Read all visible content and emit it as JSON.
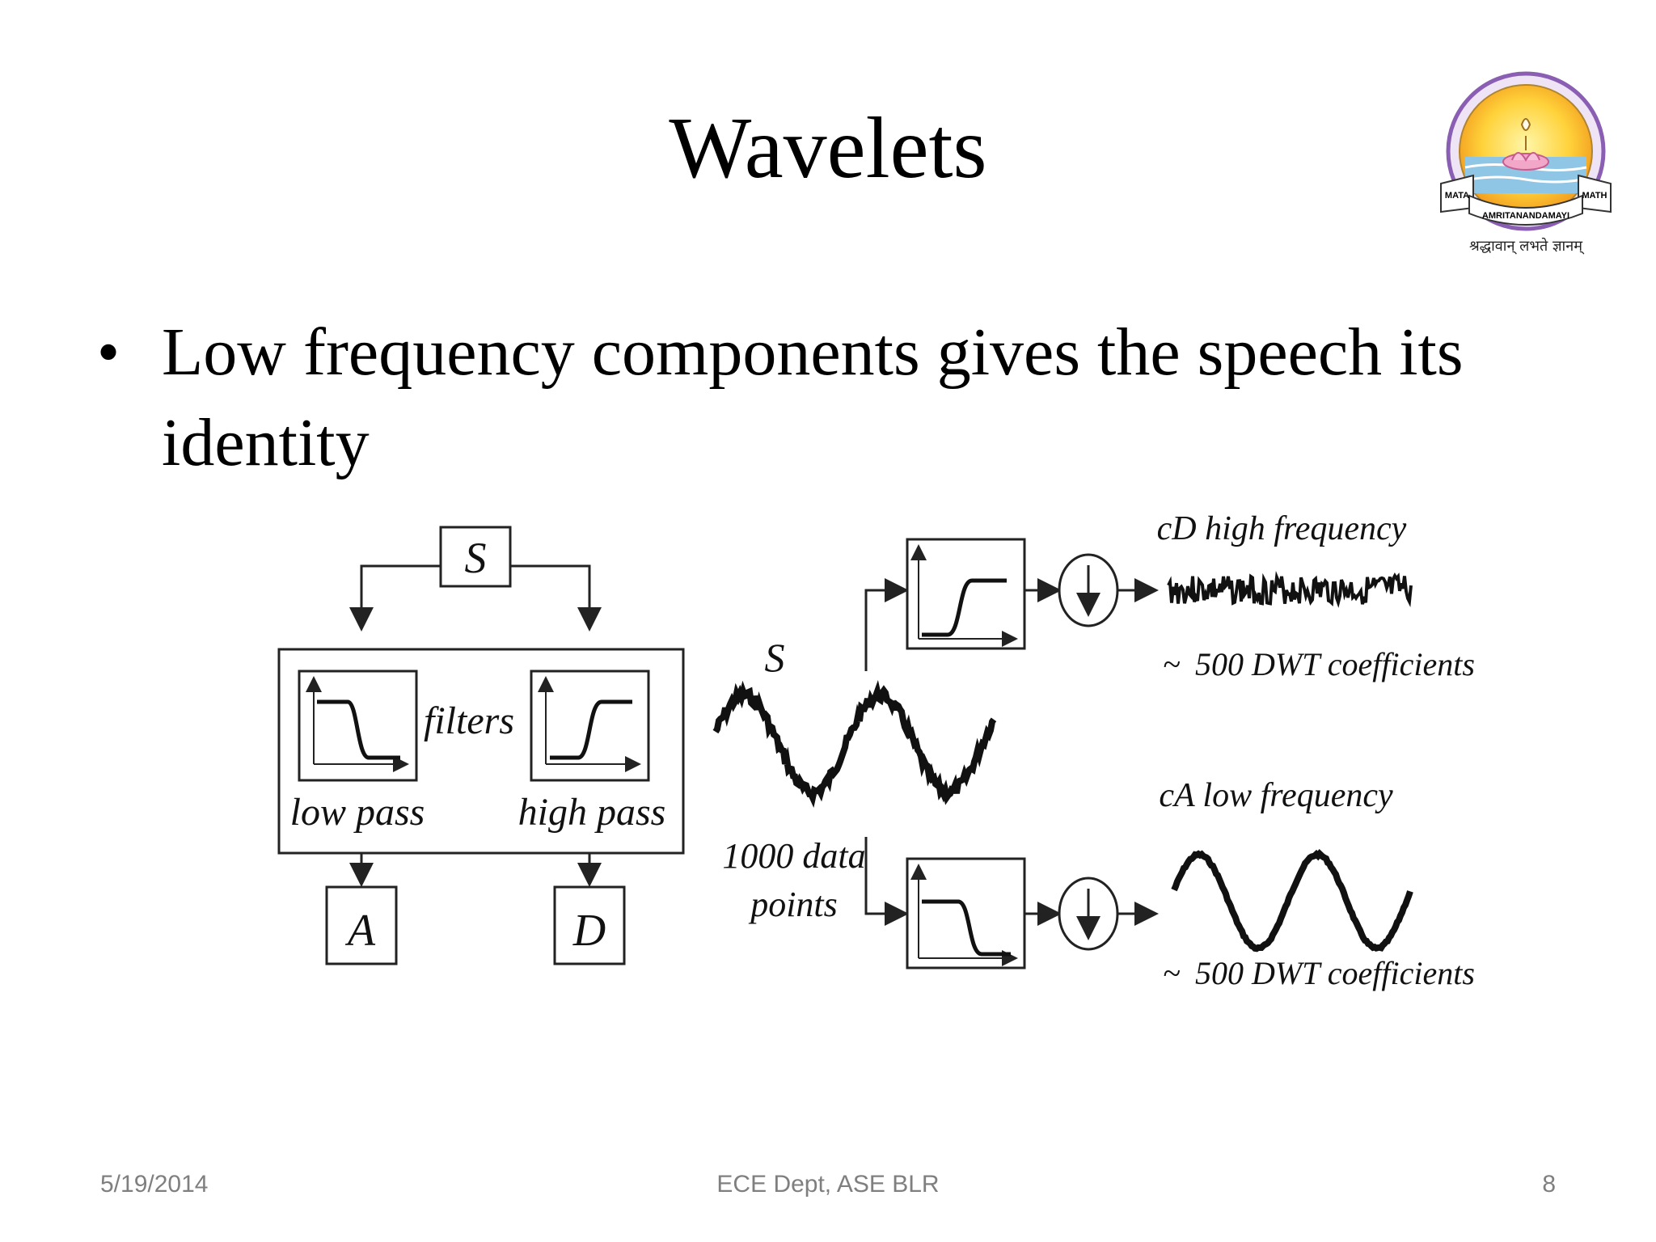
{
  "slide": {
    "title": "Wavelets",
    "bullet": "Low frequency components gives the speech its identity"
  },
  "logo": {
    "ribbon": [
      "MATA",
      "AMRITANANDAMAYI",
      "MATH"
    ],
    "motto": "श्रद्धावान् लभते ज्ञानम्"
  },
  "diagram": {
    "signal_box": "S",
    "filters_label": "filters",
    "low_pass_label": "low pass",
    "high_pass_label": "high pass",
    "output_a": "A",
    "output_d": "D",
    "signal_label": "S",
    "data_points_line1": "1000 data",
    "data_points_line2": "points",
    "cd_label": "cD  high frequency",
    "ca_label": "cA  low frequency",
    "coeff_top": "500 DWT coefficients",
    "coeff_bottom": "500 DWT coefficients",
    "tilde": "~"
  },
  "footer": {
    "date": "5/19/2014",
    "center": "ECE Dept, ASE BLR",
    "page": "8"
  }
}
